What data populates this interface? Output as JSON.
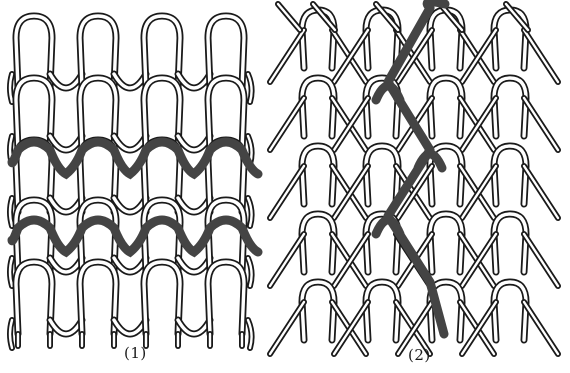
{
  "figure": {
    "panels": [
      {
        "caption": "(1)",
        "kind": "weft-knit",
        "highlight_rows": 2
      },
      {
        "caption": "(2)",
        "kind": "warp-knit",
        "highlight_path": 1
      }
    ],
    "colors": {
      "yarn_outline": "#1a1a1a",
      "yarn_fill": "#ffffff",
      "highlight": "#444444",
      "background": "#ffffff"
    }
  }
}
